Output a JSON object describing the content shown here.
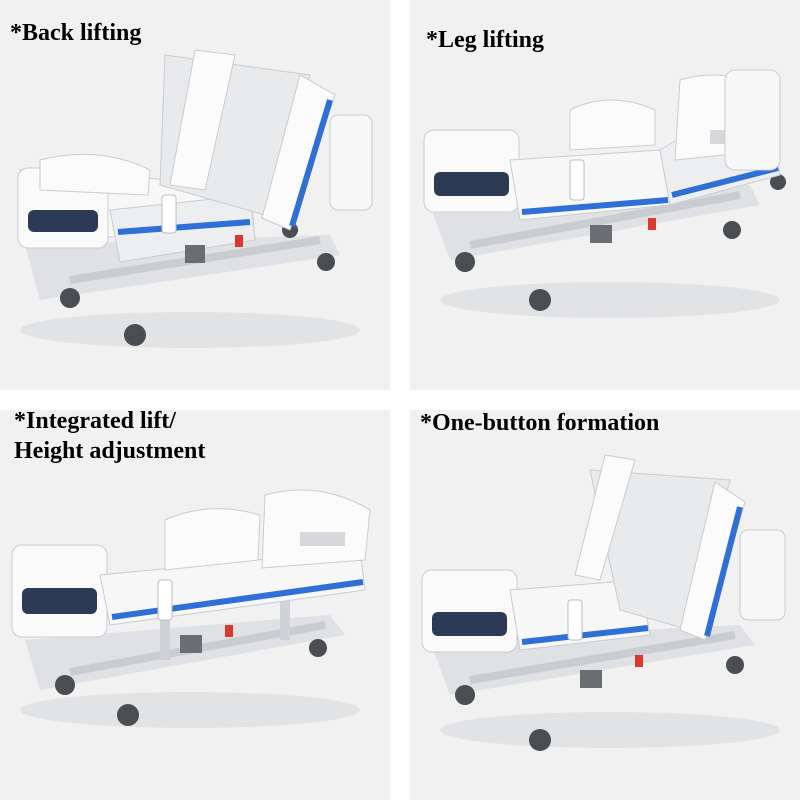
{
  "panels": [
    {
      "caption": "*Back lifting"
    },
    {
      "caption": "*Leg lifting"
    },
    {
      "caption_line1": "*Integrated lift/",
      "caption_line2": "Height adjustment"
    },
    {
      "caption": "*One-button formation"
    }
  ],
  "colors": {
    "panel_bg": "#f1f1f2",
    "bed_white": "#f7f7f8",
    "accent_blue": "#2f6fd6",
    "frame_gray": "#cfd2d6",
    "wheel_dark": "#4a4d52"
  }
}
